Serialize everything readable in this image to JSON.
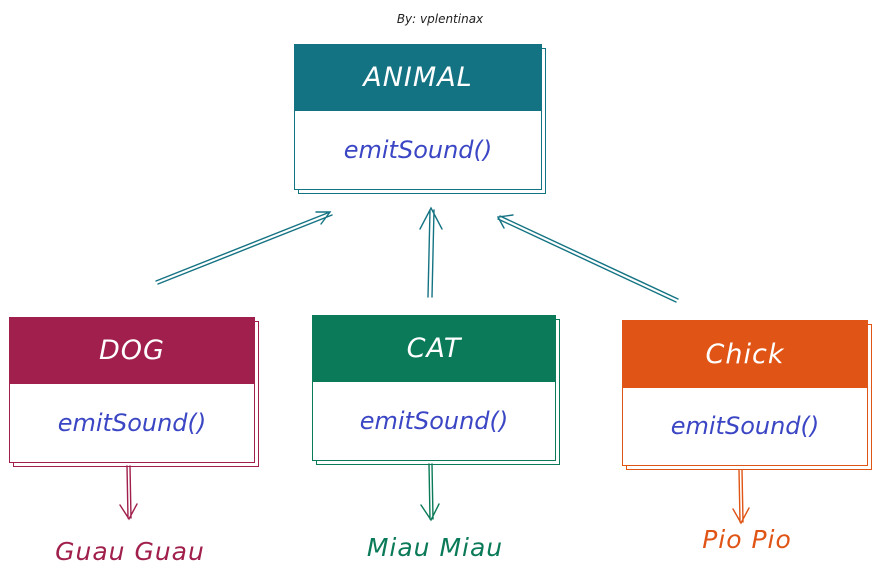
{
  "author": "By: vplentinax",
  "parent": {
    "title": "ANIMAL",
    "method": "emitSound()",
    "color": "#147383"
  },
  "children": [
    {
      "title": "DOG",
      "method": "emitSound()",
      "sound": "Guau Guau",
      "color": "#a01f4c"
    },
    {
      "title": "CAT",
      "method": "emitSound()",
      "sound": "Miau Miau",
      "color": "#0b7a58"
    },
    {
      "title": "Chick",
      "method": "emitSound()",
      "sound": "Pio Pio",
      "color": "#e05415"
    }
  ],
  "colors": {
    "method_text": "#3b46c4"
  }
}
